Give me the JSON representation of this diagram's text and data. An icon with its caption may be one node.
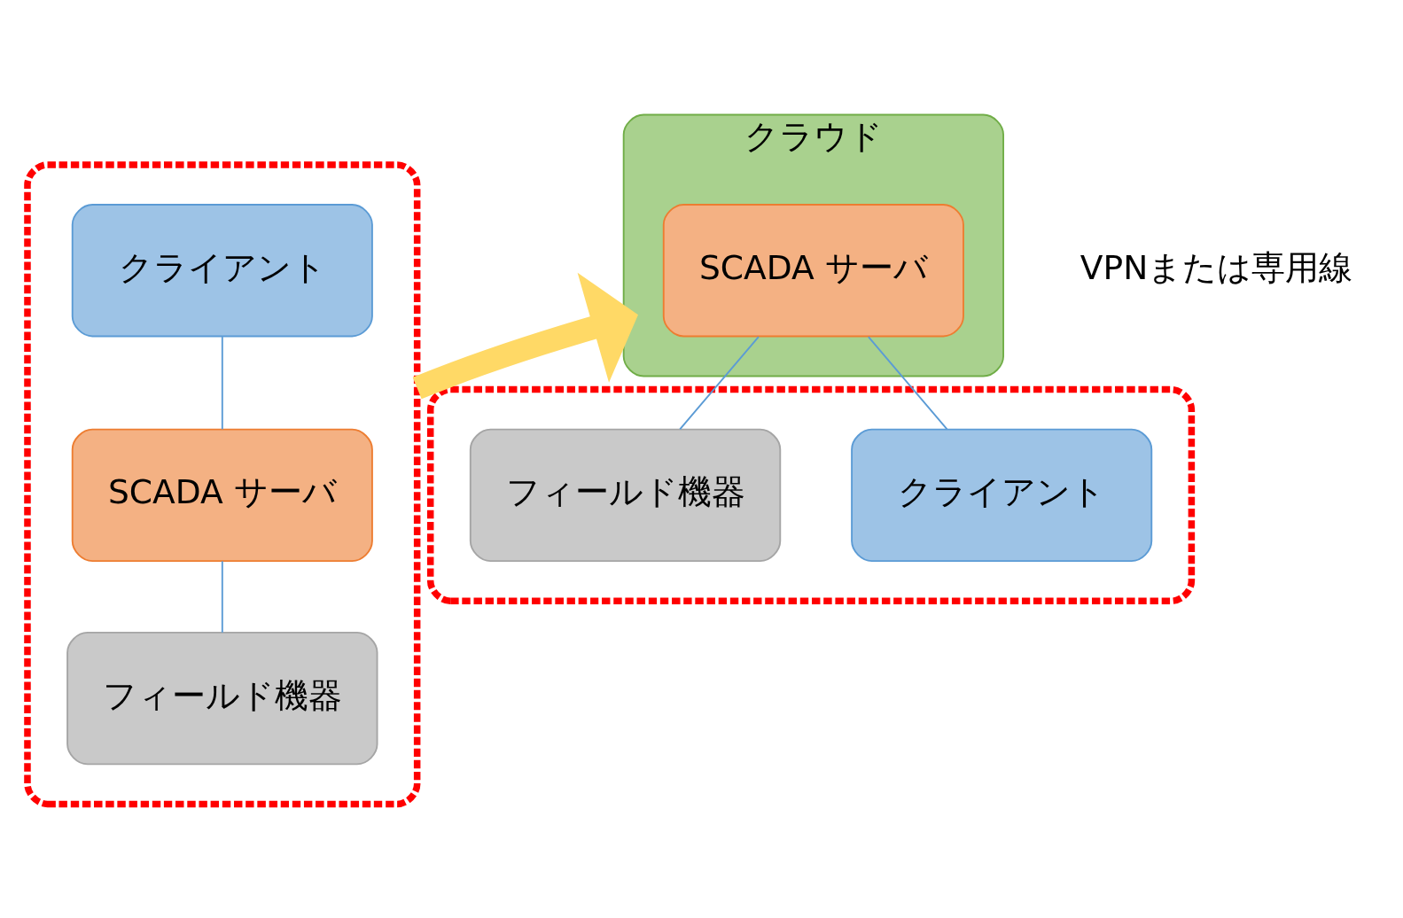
{
  "diagram": {
    "nodes": [
      {
        "text": [],
        "shape": "box"
      },
      {
        "text": [
          "クライアント"
        ],
        "in": 0
      },
      {
        "text": [
          "SCADA サーバ"
        ],
        "in": 0
      },
      {
        "text": [
          "フィールド機器"
        ],
        "in": 0
      },
      {
        "text": [
          "クラウド"
        ]
      },
      {
        "text": [
          "SCADA サーバ"
        ],
        "in": 4
      },
      {
        "text": [],
        "shape": "box"
      },
      {
        "text": [
          "クライアント"
        ],
        "in": 6
      },
      {
        "text": [
          "フィールド機器"
        ],
        "in": 6
      }
    ],
    "edges": [
      {
        "from": 1,
        "to": 2,
        "arrow": "none"
      },
      {
        "from": 2,
        "to": 3,
        "arrow": "none"
      },
      {
        "from": 0,
        "to": 4,
        "arrow": "to",
        "style": "thick",
        "color": "#ffd966"
      },
      {
        "from": 5,
        "to": 8,
        "arrow": "none"
      },
      {
        "from": 5,
        "to": 7,
        "arrow": "none"
      }
    ],
    "labels": [
      "VPNまたは専用線"
    ]
  }
}
